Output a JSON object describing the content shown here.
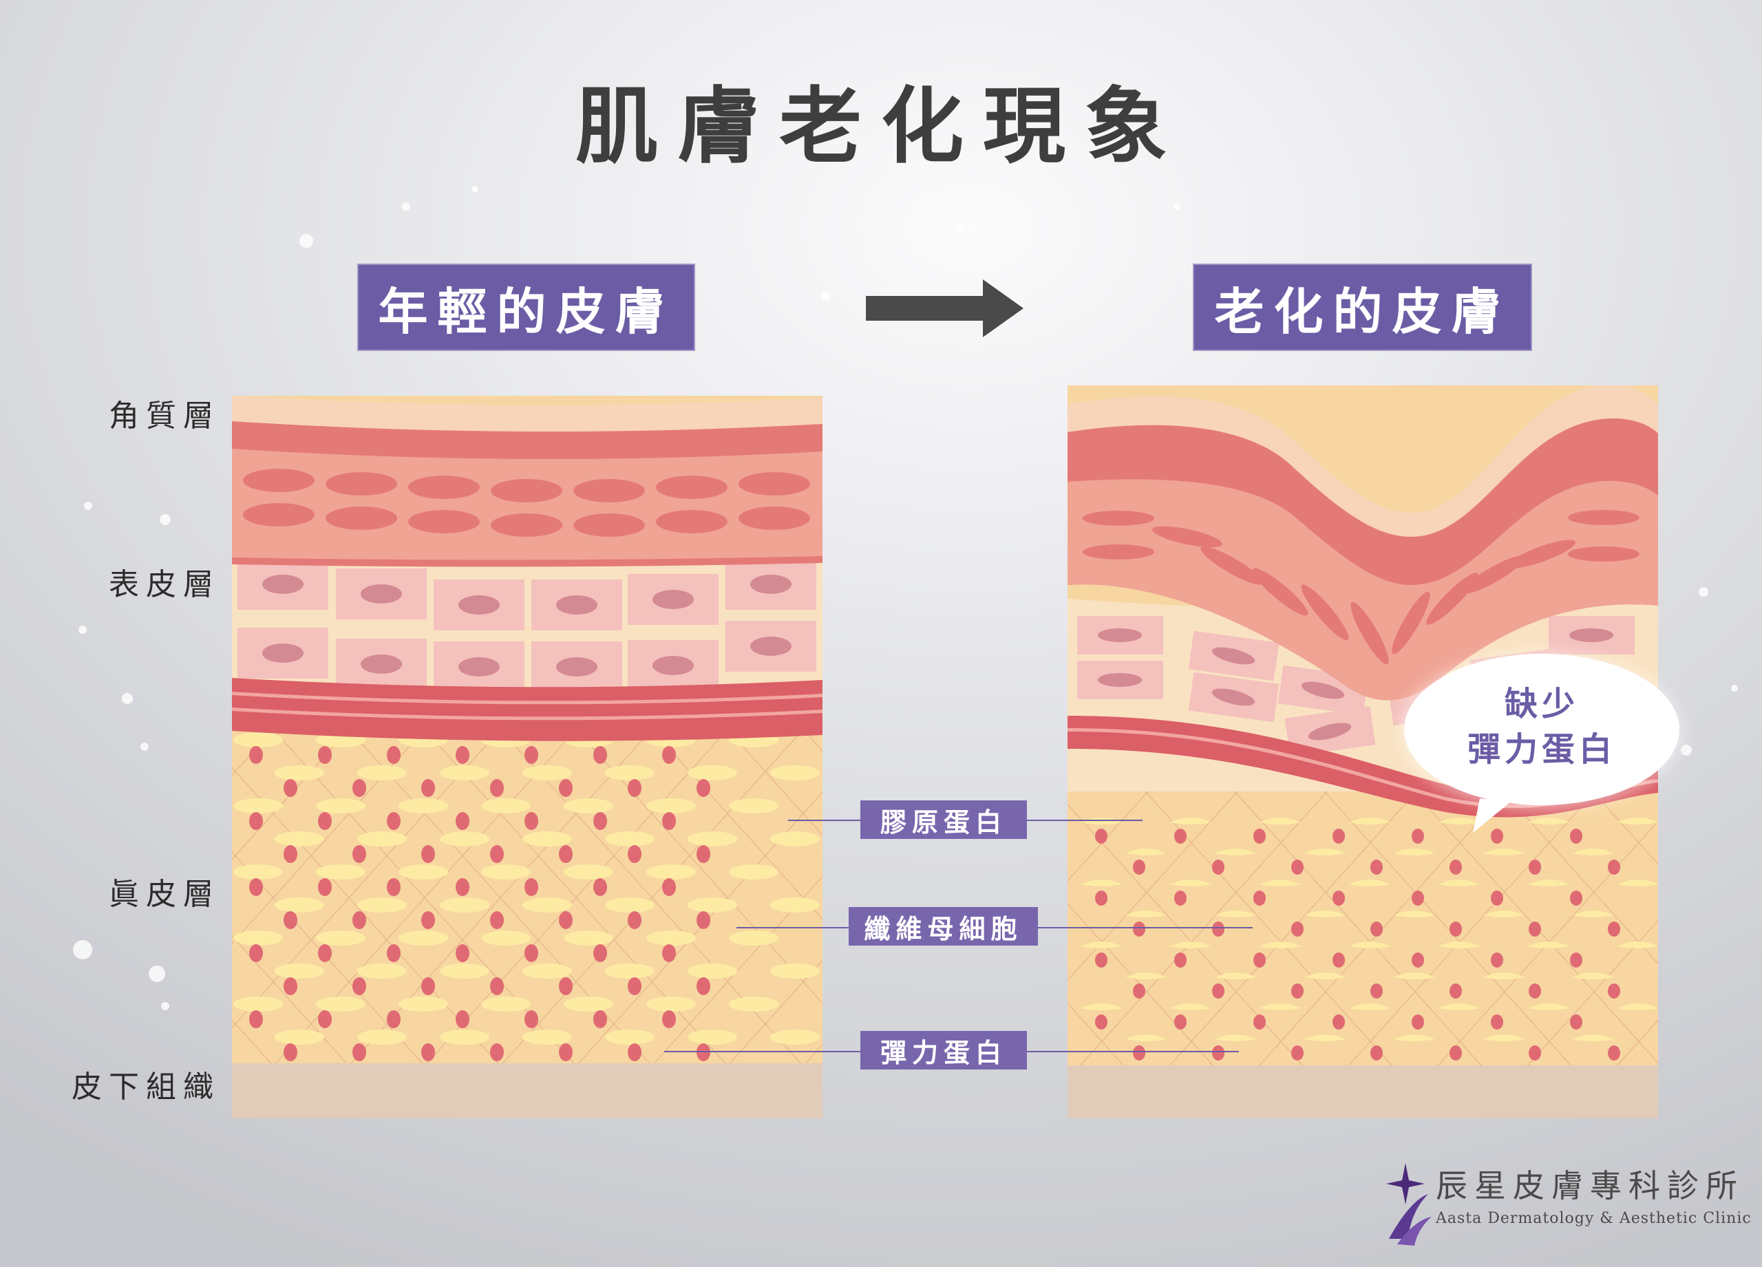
{
  "title": "肌膚老化現象",
  "panels": {
    "young": {
      "label": "年輕的皮膚"
    },
    "aged": {
      "label": "老化的皮膚"
    }
  },
  "layers": {
    "stratum_corneum": "角質層",
    "epidermis": "表皮層",
    "dermis": "眞皮層",
    "subcutaneous": "皮下組織"
  },
  "callouts": {
    "collagen": "膠原蛋白",
    "fibroblast": "纖維母細胞",
    "elastin": "彈力蛋白"
  },
  "bubble": {
    "line1": "缺少",
    "line2": "彈力蛋白"
  },
  "clinic": {
    "name": "辰星皮膚專科診所",
    "english": "Aasta Dermatology & Aesthetic Clinic"
  },
  "colors": {
    "accent_purple": "#6b5ca5",
    "arrow": "#4a4a4a",
    "stratum_light": "#f8d4b8",
    "stratum_red": "#e47a77",
    "epidermis_pink": "#f0a494",
    "cell_fill": "#f4c1bd",
    "nucleus": "#d48a92",
    "dermis": "#f7d6a1",
    "fibroblast": "#fdeba4",
    "elastin_dot": "#e06a73",
    "elastin_band": "#db5f66",
    "subcutaneous": "#e1ccba"
  }
}
